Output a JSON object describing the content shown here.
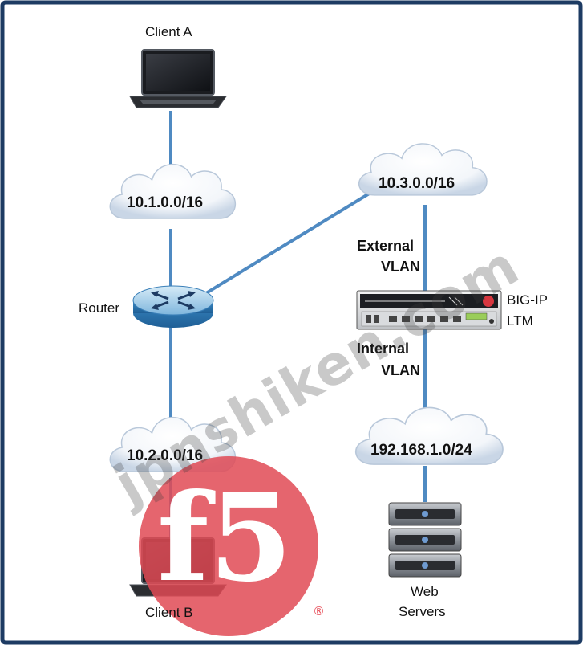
{
  "nodes": {
    "client_a": "Client A",
    "client_b": "Client B",
    "router": "Router",
    "bigip_line1": "BIG-IP",
    "bigip_line2": "LTM",
    "external_line1": "External",
    "external_line2": "VLAN",
    "internal_line1": "Internal",
    "internal_line2": "VLAN",
    "web_line1": "Web",
    "web_line2": "Servers"
  },
  "networks": {
    "net1": "10.1.0.0/16",
    "net2": "10.2.0.0/16",
    "net3": "10.3.0.0/16",
    "net4": "192.168.1.0/24"
  },
  "watermark": {
    "text": "jpnshiken.com",
    "logo": "f5",
    "registered": "®"
  },
  "colors": {
    "link": "#4f8ac2",
    "border": "#1d3b63",
    "logo": "#e14a55",
    "cloud": "#ffffff"
  }
}
